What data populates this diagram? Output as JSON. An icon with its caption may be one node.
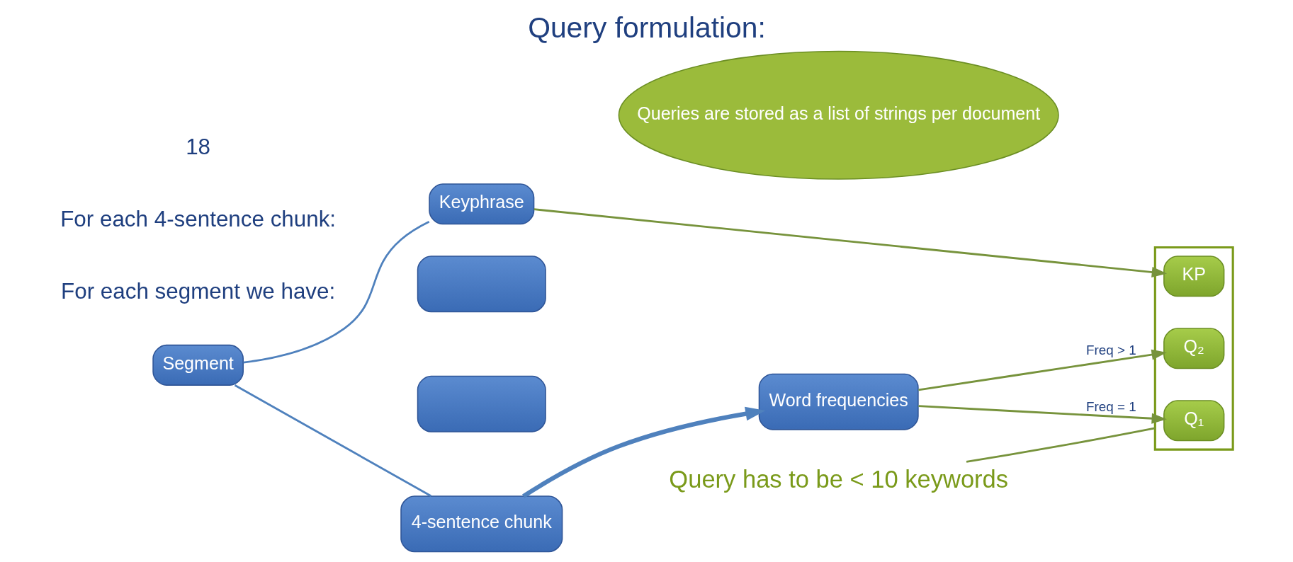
{
  "diagram": {
    "title": "Query formulation:",
    "nodes": [
      {
        "text": [
          "Segment"
        ]
      },
      {
        "text": [],
        "shape": "box"
      },
      {
        "text": [],
        "shape": "box"
      },
      {
        "text": [
          "4-sentence chunk"
        ]
      },
      {
        "text": [
          "Word frequencies"
        ]
      },
      {
        "text": [
          "Keyphrase"
        ]
      },
      {
        "text": [],
        "shape": "box"
      },
      {
        "text": [
          "Q₁"
        ],
        "in": 6
      },
      {
        "text": [
          "Q₂"
        ],
        "in": 6
      },
      {
        "text": [
          "KP"
        ],
        "in": 6
      },
      {
        "text": [
          "Queries are stored as a list of strings per document"
        ]
      },
      {
        "text": [
          "Query has to be < 10 keywords"
        ]
      }
    ],
    "edges": [
      {
        "from": 0,
        "to": 3,
        "arrow": "none",
        "color": "#4f81bd"
      },
      {
        "from": 0,
        "to": 5,
        "arrow": "none",
        "color": "#4f81bd"
      },
      {
        "from": 3,
        "to": 4,
        "arrow": "to",
        "style": "thick",
        "color": "#4f81bd"
      },
      {
        "from": 4,
        "to": 7,
        "arrow": "to",
        "label": "Freq = 1"
      },
      {
        "from": 4,
        "to": 8,
        "arrow": "to",
        "label": "Freq > 1"
      },
      {
        "from": 5,
        "to": 9,
        "arrow": "to"
      },
      {
        "from": 11,
        "to": 6,
        "arrow": "none"
      }
    ],
    "labels": [
      "For each segment we have:",
      "For each 4-sentence chunk:",
      "18"
    ]
  }
}
